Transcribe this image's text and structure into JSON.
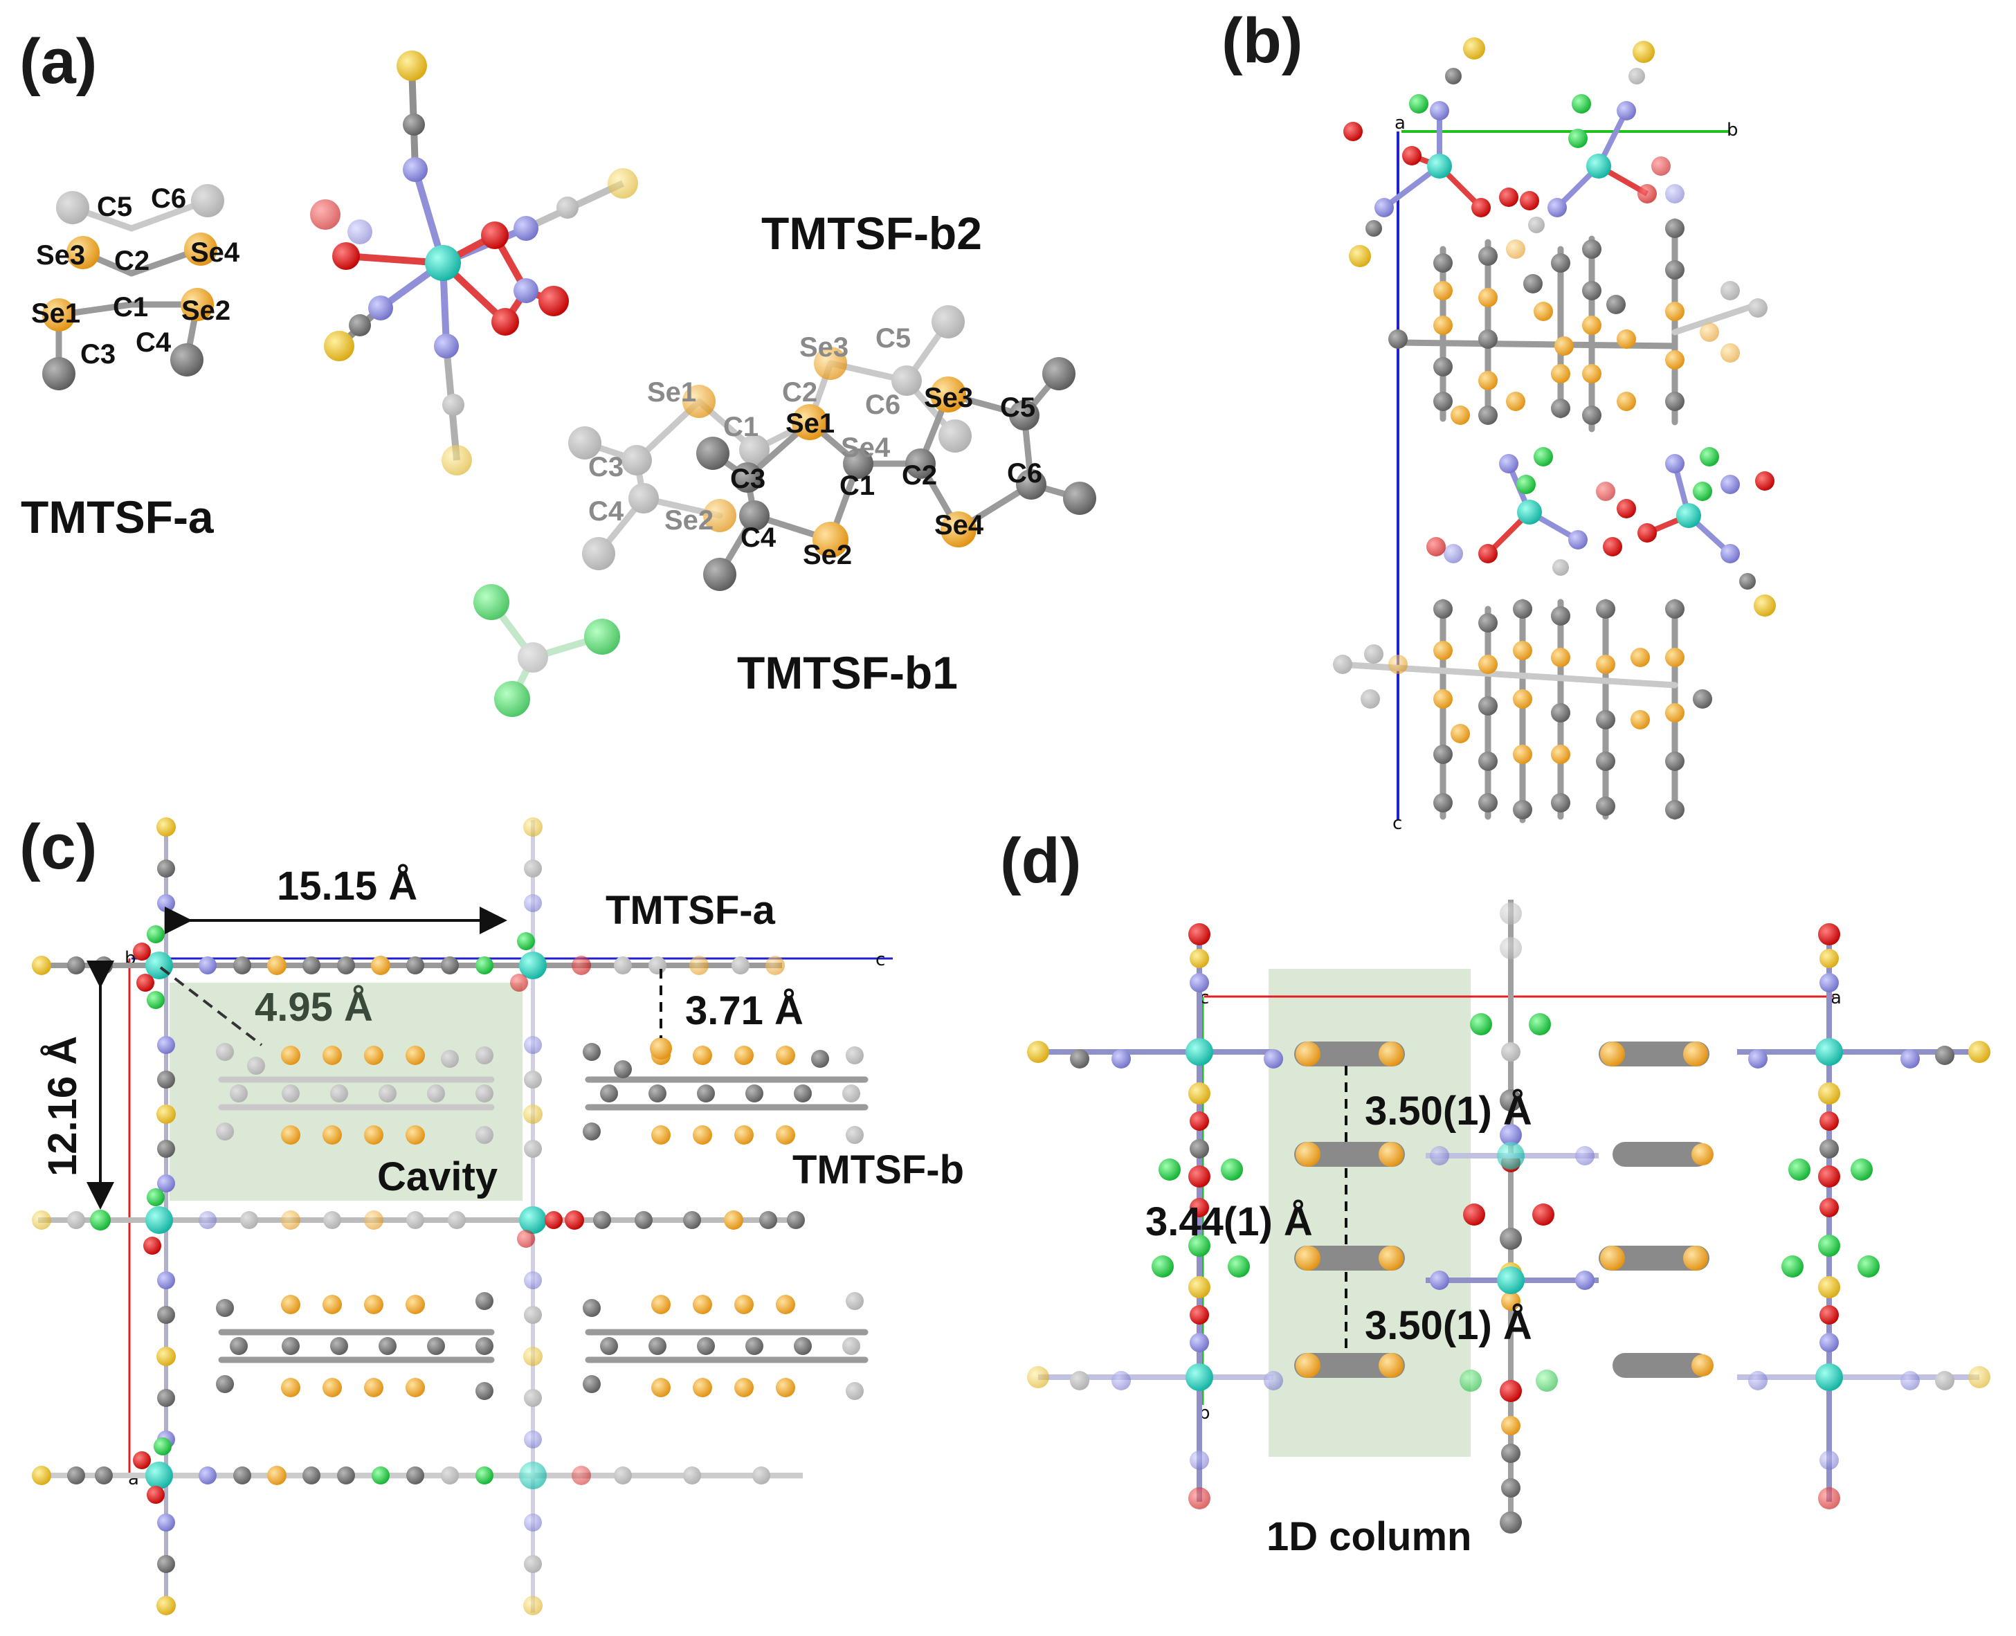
{
  "panels": {
    "a": {
      "title": "(a)",
      "tmtsf_a_label": "TMTSF-a",
      "tmtsf_b1_label": "TMTSF-b1",
      "tmtsf_b2_label": "TMTSF-b2",
      "atoms_a": [
        "C5",
        "C6",
        "Se3",
        "C2",
        "Se4",
        "Se1",
        "C1",
        "Se2",
        "C3",
        "C4"
      ],
      "atoms_b_front": [
        "Se1",
        "C1",
        "C2",
        "C3",
        "C4",
        "Se2",
        "Se3",
        "C5",
        "C6",
        "Se4"
      ],
      "atoms_b_back": [
        "Se3",
        "C5",
        "Se1",
        "C2",
        "C1",
        "C6",
        "Se4",
        "C3",
        "C4",
        "Se2"
      ]
    },
    "b": {
      "title": "(b)",
      "axis_a": "a",
      "axis_b": "b",
      "axis_c": "c"
    },
    "c": {
      "title": "(c)",
      "dist_width": "15.15 Å",
      "dist_height": "12.16 Å",
      "dist_diag": "4.95 Å",
      "dist_stack": "3.71 Å",
      "label_tmtsf_a": "TMTSF-a",
      "label_tmtsf_b": "TMTSF-b",
      "label_cavity": "Cavity",
      "axis_a": "a",
      "axis_b": "b",
      "axis_c": "c"
    },
    "d": {
      "title": "(d)",
      "dist_1": "3.50(1) Å",
      "dist_2": "3.44(1) Å",
      "dist_3": "3.50(1) Å",
      "label_column": "1D column",
      "axis_a": "a",
      "axis_b": "b",
      "axis_c": "c"
    }
  },
  "colors": {
    "selenium": "#F0A020",
    "carbon": "#7d7d7d",
    "nitrogen": "#9090d8",
    "oxygen": "#e01010",
    "chlorine": "#20d040",
    "metal": "#20d0c0",
    "sulfur": "#e8c020",
    "axis_a": "#e02020",
    "axis_b": "#20c020",
    "axis_c": "#2020d0",
    "cavity_fill": "#dbe8d6"
  }
}
